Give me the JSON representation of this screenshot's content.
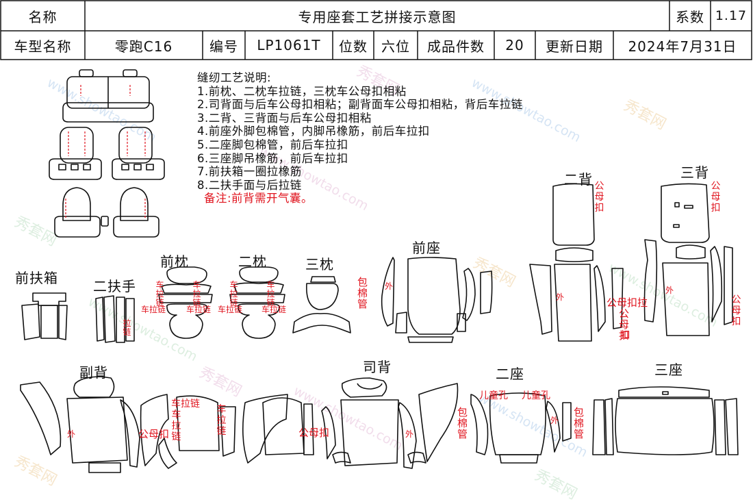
{
  "header": {
    "name_label": "名称",
    "title": "专用座套工艺拼接示意图",
    "coef_label": "系数",
    "coef_value": "1.17",
    "model_label": "车型名称",
    "model_value": "零跑C16",
    "code_label": "编号",
    "code_value": "LP1061T",
    "seats_label": "位数",
    "seats_value": "六位",
    "count_label": "成品件数",
    "count_value": "20",
    "update_label": "更新日期",
    "update_value": "2024年7月31日"
  },
  "notes": {
    "heading": "缝纫工艺说明:",
    "lines": [
      "1.前枕、二枕车拉链，三枕车公母扣相粘",
      "2.司背面与后车公母扣相粘；副背面车公母扣相粘，背后车拉链",
      "3.二背、三背面与后车公母扣相粘",
      "4.前座外脚包棉管，内脚吊橡筋，前后车拉扣",
      "5.二座脚包棉管，前后车拉扣",
      "6.三座脚吊橡筋，前后车拉扣",
      "7.前扶箱一圈拉橡筋",
      "8.二扶手面与后拉链"
    ],
    "remark": "备注:前背需开气囊。"
  },
  "labels": {
    "front_armrest": "前扶箱",
    "second_armrest": "二扶手",
    "front_pillow": "前枕",
    "second_pillow": "二枕",
    "third_pillow": "三枕",
    "front_seat": "前座",
    "second_back": "二背",
    "third_back": "三背",
    "passenger_back": "副背",
    "driver_back": "司背",
    "second_seat": "二座",
    "third_seat": "三座"
  },
  "annotations": {
    "outside": "外",
    "cotton_tube": "包棉管",
    "snap": "公母扣",
    "snap_pull": "公母扣拉",
    "zip_car": "车拉链",
    "zip_vertical": "车拉链",
    "child_hole": "儿童孔",
    "pull": "扣",
    "zip_pull": "拉链"
  },
  "watermark": {
    "cn": "秀套网",
    "en": "www.showtao.com"
  },
  "colors": {
    "line": "#111111",
    "annotation_red": "#e0141e",
    "seam_red": "#e0141e",
    "watermark": "#7fbf9f"
  }
}
